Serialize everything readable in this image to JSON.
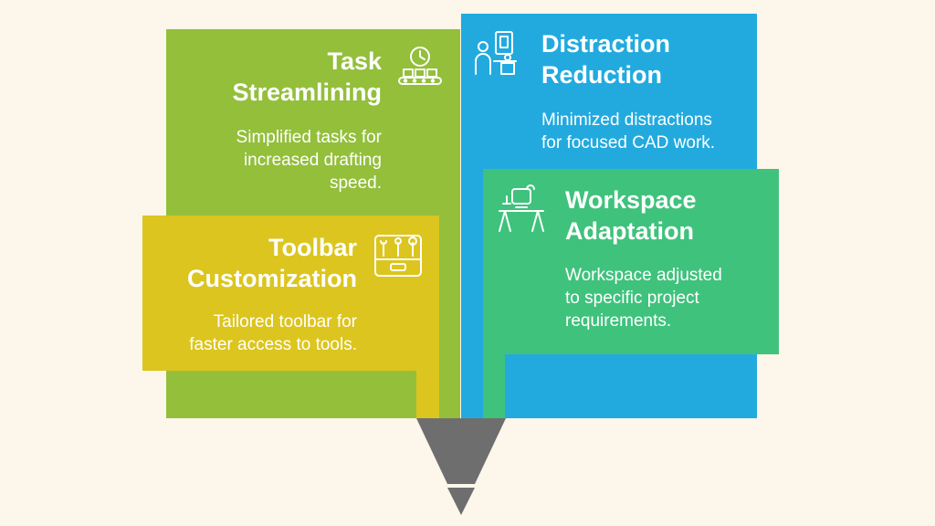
{
  "colors": {
    "background": "#fdf6ea",
    "green_yellow": "#93bf3b",
    "blue": "#22aadf",
    "yellow": "#dcc51e",
    "green": "#3fc27c",
    "pencil_tip": "#6e6e6e"
  },
  "cards": [
    {
      "id": "task-streamlining",
      "title_line1": "Task",
      "title_line2": "Streamlining",
      "desc_line1": "Simplified tasks for",
      "desc_line2": "increased drafting",
      "desc_line3": "speed.",
      "icon": "conveyor-clock-icon"
    },
    {
      "id": "distraction-reduction",
      "title_line1": "Distraction",
      "title_line2": "Reduction",
      "desc_line1": "Minimized distractions",
      "desc_line2": "for focused CAD work.",
      "icon": "person-at-screen-icon"
    },
    {
      "id": "toolbar-customization",
      "title_line1": "Toolbar",
      "title_line2": "Customization",
      "desc_line1": "Tailored toolbar for",
      "desc_line2": "faster access to tools.",
      "icon": "toolbox-icon"
    },
    {
      "id": "workspace-adaptation",
      "title_line1": "Workspace",
      "title_line2": "Adaptation",
      "desc_line1": "Workspace adjusted",
      "desc_line2": "to specific project",
      "desc_line3": "requirements.",
      "icon": "drafting-desk-icon"
    }
  ]
}
